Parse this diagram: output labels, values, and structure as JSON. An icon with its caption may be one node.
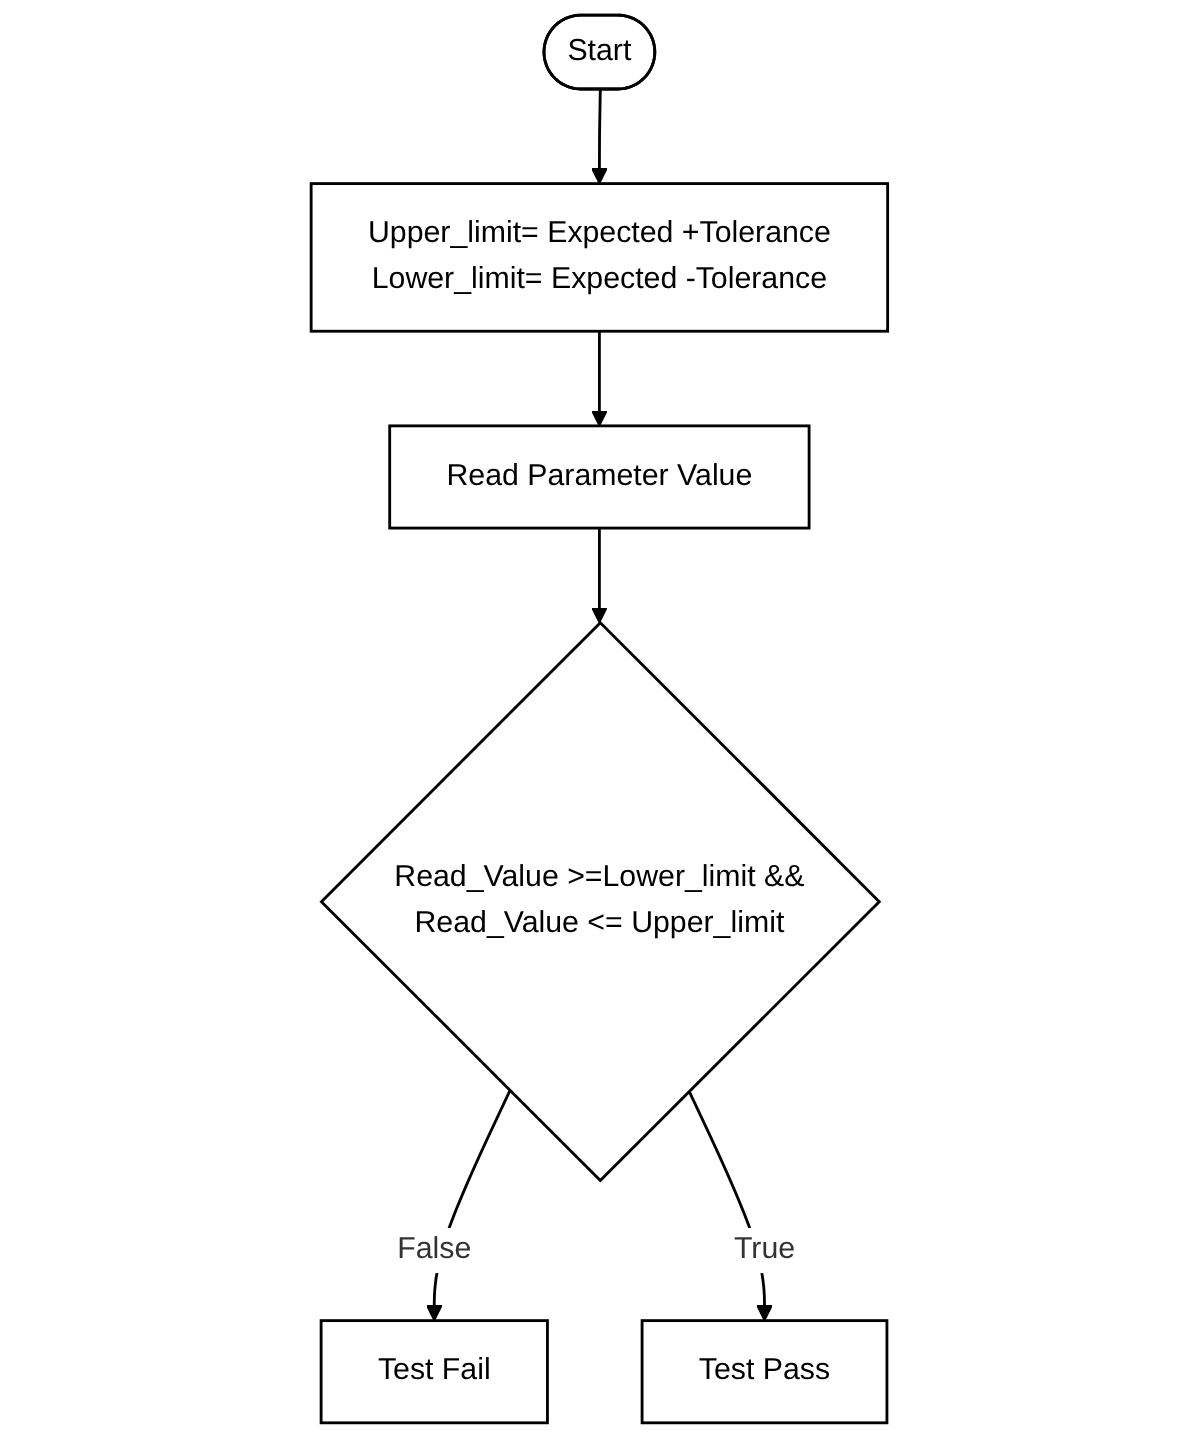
{
  "diagram": {
    "nodes": [
      {
        "text": [
          "Start"
        ]
      },
      {
        "text": [
          "Upper_limit= Expected +Tolerance",
          "Lower_limit= Expected -Tolerance"
        ]
      },
      {
        "text": [
          "Read Parameter Value"
        ]
      },
      {
        "text": [
          "Read_Value >=Lower_limit &&",
          "Read_Value <= Upper_limit"
        ]
      },
      {
        "text": [
          "Test Fail"
        ]
      },
      {
        "text": [
          "Test Pass"
        ]
      }
    ],
    "edges": [
      {
        "from": 0,
        "to": 1,
        "arrow": "to"
      },
      {
        "from": 1,
        "to": 2,
        "arrow": "to"
      },
      {
        "from": 2,
        "to": 3,
        "arrow": "to"
      },
      {
        "from": 3,
        "to": 4,
        "arrow": "to",
        "label": "False"
      },
      {
        "from": 3,
        "to": 5,
        "arrow": "to",
        "label": "True"
      }
    ]
  }
}
